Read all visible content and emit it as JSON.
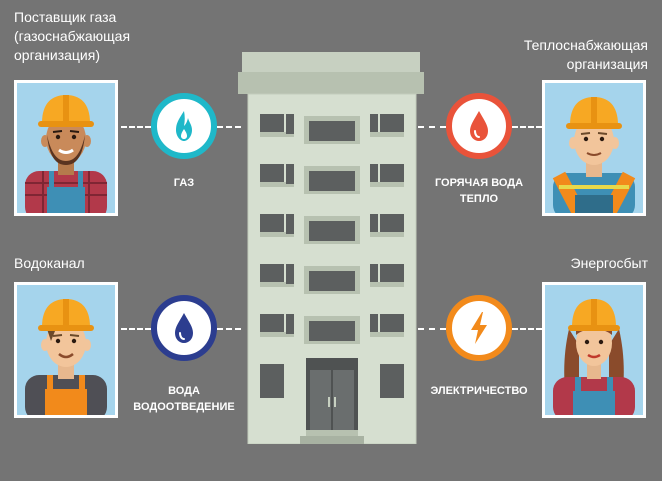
{
  "providers": {
    "gas": {
      "title_lines": [
        "Поставщик газа",
        "(газоснабжающая",
        "организация)"
      ],
      "service_lines": [
        "ГАЗ"
      ],
      "service_icon": "gas-flame-icon",
      "service_color": "#1fb8c9"
    },
    "heat": {
      "title_lines": [
        "Теплоснабжающая",
        "организация"
      ],
      "service_lines": [
        "ГОРЯЧАЯ ВОДА",
        "ТЕПЛО"
      ],
      "service_icon": "hot-water-drop-icon",
      "service_color": "#e9533a"
    },
    "water": {
      "title_lines": [
        "Водоканал"
      ],
      "service_lines": [
        "ВОДА",
        "ВОДООТВЕДЕНИЕ"
      ],
      "service_icon": "water-drop-icon",
      "service_color": "#2c3d8f"
    },
    "power": {
      "title_lines": [
        "Энергосбыт"
      ],
      "service_lines": [
        "ЭЛЕКТРИЧЕСТВО"
      ],
      "service_icon": "lightning-icon",
      "service_color": "#f28a1b"
    }
  },
  "colors": {
    "background": "#747474",
    "building": "#d6dfd0",
    "window": "#5c5f5f",
    "helmet": "#f7a823"
  }
}
